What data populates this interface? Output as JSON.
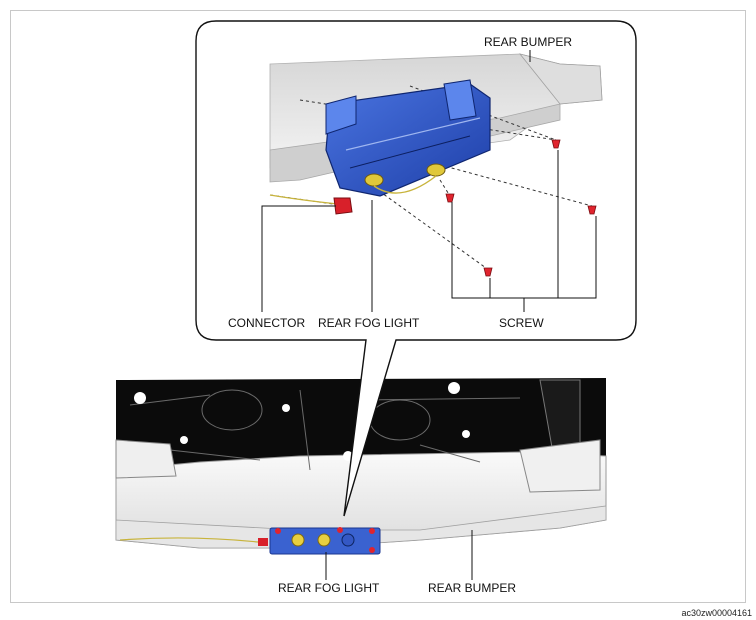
{
  "callout_labels": {
    "top_rear_bumper": "REAR BUMPER",
    "connector": "CONNECTOR",
    "top_rear_fog_light": "REAR FOG LIGHT",
    "screw": "SCREW",
    "bottom_rear_fog_light": "REAR FOG LIGHT",
    "bottom_rear_bumper": "REAR BUMPER"
  },
  "figure_code": "ac30zw00004161",
  "colors": {
    "fog_light_housing": "#2f58c8",
    "screw": "#e0242e",
    "connector": "#d8202a",
    "underbody": "#0a0a0a",
    "bumper": "#f2f2f2",
    "harness": "#c8b43c"
  }
}
